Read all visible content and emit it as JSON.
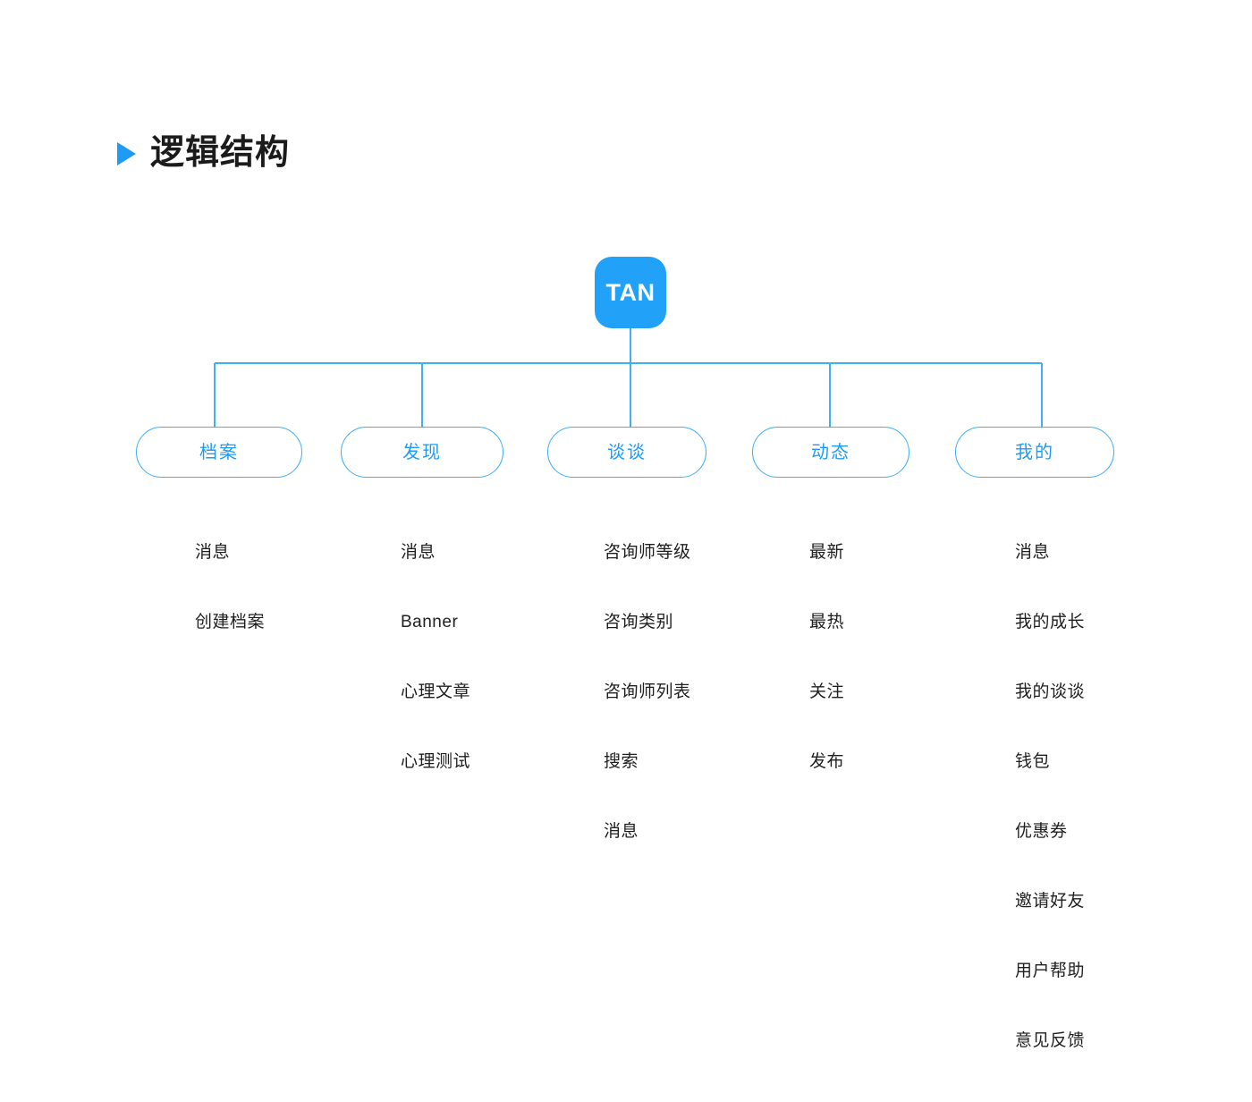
{
  "heading": {
    "marker_icon": "triangle-right-icon",
    "title": "逻辑结构"
  },
  "colors": {
    "accent": "#1E9CF5",
    "logo_bg": "#21A1F8",
    "pill_border": "#3FAFF8",
    "connector": "#3FAFF8",
    "text": "#1f1f1f"
  },
  "root": {
    "logo_text": "TAN",
    "logo_icon": "tan-app-logo"
  },
  "branches": [
    {
      "label": "档案",
      "items": [
        "消息",
        "创建档案"
      ]
    },
    {
      "label": "发现",
      "items": [
        "消息",
        "Banner",
        "心理文章",
        "心理测试"
      ]
    },
    {
      "label": "谈谈",
      "items": [
        "咨询师等级",
        "咨询类别",
        "咨询师列表",
        "搜索",
        "消息"
      ]
    },
    {
      "label": "动态",
      "items": [
        "最新",
        "最热",
        "关注",
        "发布"
      ]
    },
    {
      "label": "我的",
      "items": [
        "消息",
        "我的成长",
        "我的谈谈",
        "钱包",
        "优惠券",
        "邀请好友",
        "用户帮助",
        "意见反馈"
      ]
    }
  ]
}
